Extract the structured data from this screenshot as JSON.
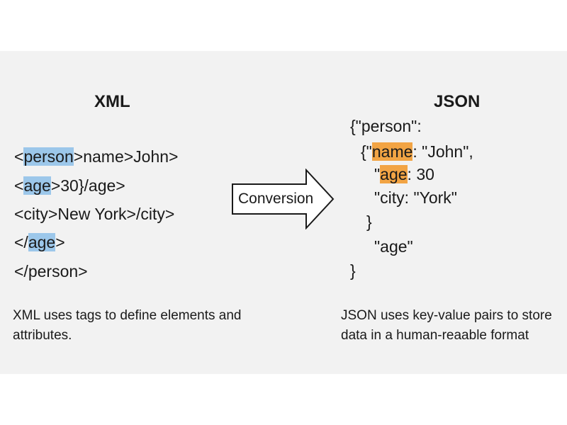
{
  "xml": {
    "title": "XML",
    "lines": [
      {
        "pre": "<",
        "hl": "person",
        "post": ">name>John>"
      },
      {
        "pre": "<",
        "hl": "age",
        "post": ">30}/age>"
      },
      {
        "pre": "<city>New York>/city>",
        "hl": "",
        "post": ""
      },
      {
        "pre": "</",
        "hl": "age",
        "post": ">"
      },
      {
        "pre": "</person>",
        "hl": "",
        "post": ""
      }
    ],
    "caption_line1": "XML uses tags to define elements and",
    "caption_line2": "attributes."
  },
  "arrow": {
    "label": "Conversion"
  },
  "json": {
    "title": "JSON",
    "lines": [
      {
        "pre": "{\"person\":",
        "hl": "",
        "post": ""
      },
      {
        "pre": "{\"",
        "hl": "name",
        "post": ": \"John\","
      },
      {
        "pre": "\"",
        "hl": "age",
        "post": ": 30"
      },
      {
        "pre": "\"city: \"York\"",
        "hl": "",
        "post": ""
      },
      {
        "pre": "}",
        "hl": "",
        "post": ""
      },
      {
        "pre": "\"age\"",
        "hl": "",
        "post": ""
      },
      {
        "pre": "}",
        "hl": "",
        "post": ""
      }
    ],
    "caption_line1": "JSON uses key-value pairs to store",
    "caption_line2": "data in a human-reaable format"
  },
  "colors": {
    "xml_highlight": "#9cc7ea",
    "json_highlight": "#f2a444",
    "background": "#f2f2f2"
  }
}
